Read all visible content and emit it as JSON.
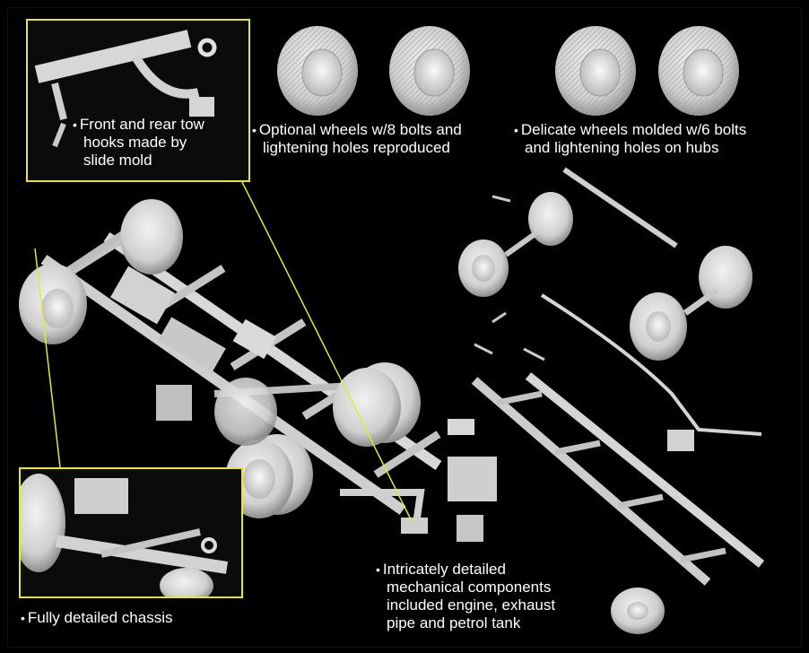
{
  "colors": {
    "background": "#000000",
    "accent": "#e6e63c",
    "part": "#d9d9d9",
    "part_shadow": "#9c9c9c",
    "text": "#ffffff"
  },
  "callouts": {
    "tow_hooks": {
      "bullet": "•",
      "lines": [
        "Front and rear tow",
        "hooks made by",
        "slide mold"
      ]
    },
    "optional_wheels": {
      "bullet": "•",
      "lines": [
        "Optional wheels w/8 bolts and",
        "lightening holes reproduced"
      ]
    },
    "delicate_wheels": {
      "bullet": "•",
      "lines": [
        "Delicate wheels molded w/6 bolts",
        "and lightening holes on hubs"
      ]
    },
    "mechanical": {
      "bullet": "•",
      "lines": [
        "Intricately detailed",
        "mechanical components",
        "included engine, exhaust",
        "pipe and petrol tank"
      ]
    },
    "chassis": {
      "bullet": "•",
      "lines": [
        "Fully detailed chassis"
      ]
    }
  }
}
